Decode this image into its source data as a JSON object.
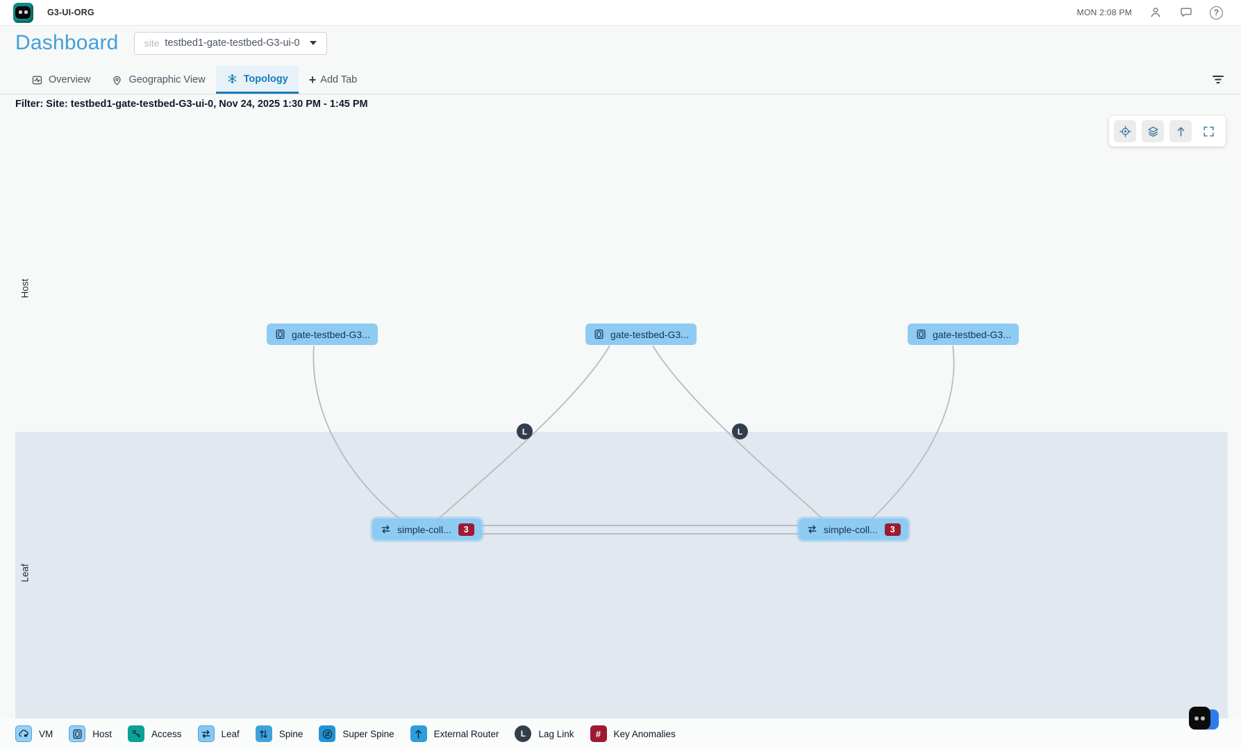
{
  "app": {
    "org_name": "G3-UI-ORG",
    "clock": "MON 2:08 PM",
    "help_glyph": "?"
  },
  "page": {
    "title": "Dashboard",
    "site_selector": {
      "label": "site",
      "value": "testbed1-gate-testbed-G3-ui-0"
    }
  },
  "tabs": [
    {
      "label": "Overview",
      "active": false
    },
    {
      "label": "Geographic View",
      "active": false
    },
    {
      "label": "Topology",
      "active": true
    }
  ],
  "add_tab": {
    "glyph": "+",
    "label": "Add Tab"
  },
  "filter_text": "Filter: Site: testbed1-gate-testbed-G3-ui-0, Nov 24, 2025 1:30 PM - 1:45 PM",
  "topology": {
    "row_labels": {
      "host": "Host",
      "leaf": "Leaf"
    },
    "host_nodes": [
      {
        "label": "gate-testbed-G3..."
      },
      {
        "label": "gate-testbed-G3..."
      },
      {
        "label": "gate-testbed-G3..."
      }
    ],
    "leaf_nodes": [
      {
        "label": "simple-coll...",
        "anomaly_count": "3"
      },
      {
        "label": "simple-coll...",
        "anomaly_count": "3"
      }
    ],
    "lag_badges": [
      {
        "glyph": "L"
      },
      {
        "glyph": "L"
      }
    ]
  },
  "legend": {
    "items": [
      {
        "label": "VM"
      },
      {
        "label": "Host"
      },
      {
        "label": "Access"
      },
      {
        "label": "Leaf"
      },
      {
        "label": "Spine"
      },
      {
        "label": "Super Spine"
      },
      {
        "label": "External Router"
      },
      {
        "label": "Lag Link",
        "glyph": "L"
      },
      {
        "label": "Key Anomalies",
        "glyph": "#"
      }
    ]
  },
  "colors": {
    "accent_blue": "#147cb8",
    "title_blue": "#42a1d8",
    "node_fill": "#8ecbf2",
    "node_text": "#17344f",
    "anomaly_red": "#9d1b31",
    "lag_dark": "#333e4d",
    "leaf_band": "#e2e8ef",
    "edge_gray": "#b8bbbe",
    "access_teal": "#0aa295",
    "spine_blue": "#3ea3da",
    "super_spine_blue": "#2493d6",
    "external_router_blue": "#2d9ddb"
  }
}
